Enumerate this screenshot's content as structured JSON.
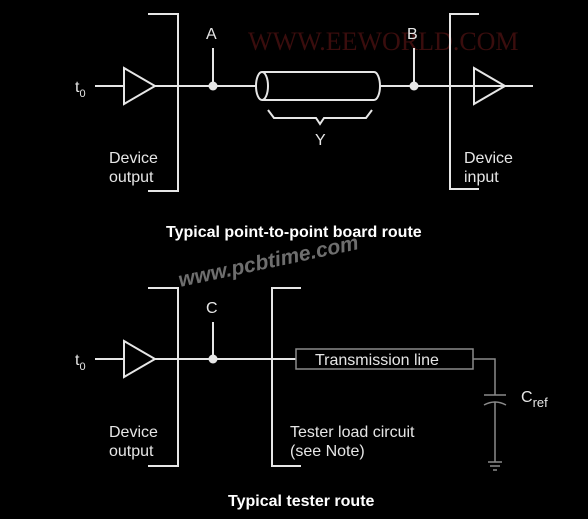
{
  "top": {
    "input_label": "t",
    "input_sub": "0",
    "node_a": "A",
    "node_b": "B",
    "line_label": "Y",
    "device_output_line1": "Device",
    "device_output_line2": "output",
    "device_input_line1": "Device",
    "device_input_line2": "input",
    "caption": "Typical point-to-point board route"
  },
  "watermark": {
    "text": "www.pcbtime.com",
    "faint_text": "WWW.EEWORLD.COM"
  },
  "bottom": {
    "input_label": "t",
    "input_sub": "0",
    "node_c": "C",
    "transmission_line": "Transmission line",
    "cref_main": "C",
    "cref_sub": "ref",
    "device_output_line1": "Device",
    "device_output_line2": "output",
    "tester_line1": "Tester load circuit",
    "tester_line2": "(see Note)",
    "caption": "Typical tester route"
  },
  "colors": {
    "background": "#000000",
    "stroke": "#e6e6e6"
  }
}
